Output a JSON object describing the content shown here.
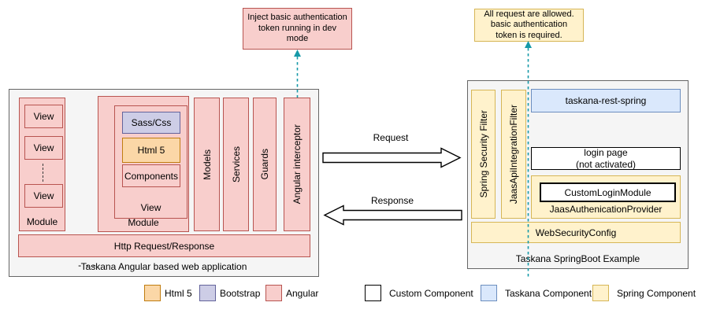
{
  "colors": {
    "angular_bg": "#f8cecc",
    "angular_border": "#b85450",
    "html5_bg": "#fbd7a7",
    "html5_border": "#c07d10",
    "bootstrap_bg": "#cdcde6",
    "bootstrap_border": "#63639b",
    "taskana_bg": "#dae8fc",
    "taskana_border": "#6c8ebf",
    "spring_bg": "#fff2cc",
    "spring_border": "#d6b656",
    "custom_border": "#000000",
    "container_bg": "#f5f5f5",
    "container_border": "#666666",
    "note_teal": "#1699a8",
    "text": "#000000"
  },
  "notes": {
    "left": "Inject basic authentication\ntoken running in dev\nmode",
    "right": "All request are allowed.\nbasic authentication\ntoken is required."
  },
  "angular_app": {
    "title": "Taskana Angular based web application",
    "module1": {
      "label": "Module",
      "views": [
        "View",
        "View",
        "View"
      ]
    },
    "between_modules": "- - -",
    "module2": {
      "label": "Module",
      "view_label": "View",
      "sass": "Sass/Css",
      "html5": "Html 5",
      "components": "Components"
    },
    "columns": [
      "Models",
      "Services",
      "Guards",
      "Angular interceptor"
    ],
    "http_bar": "Http Request/Response"
  },
  "flows": {
    "request": "Request",
    "response": "Response"
  },
  "springboot": {
    "title": "Taskana SpringBoot Example",
    "filters": [
      "Spring Security Filter",
      "JaasApiIntegrationFilter"
    ],
    "rest": "taskana-rest-spring",
    "login_page": "login page\n(not activated)",
    "custom_login": "CustomLoginModule",
    "provider": "JaasAuthenicationProvider",
    "web_security": "WebSecurityConfig"
  },
  "legend": [
    {
      "label": "Html 5"
    },
    {
      "label": "Bootstrap"
    },
    {
      "label": "Angular"
    },
    {
      "label": "Custom Component"
    },
    {
      "label": "Taskana Component"
    },
    {
      "label": "Spring Component"
    }
  ]
}
